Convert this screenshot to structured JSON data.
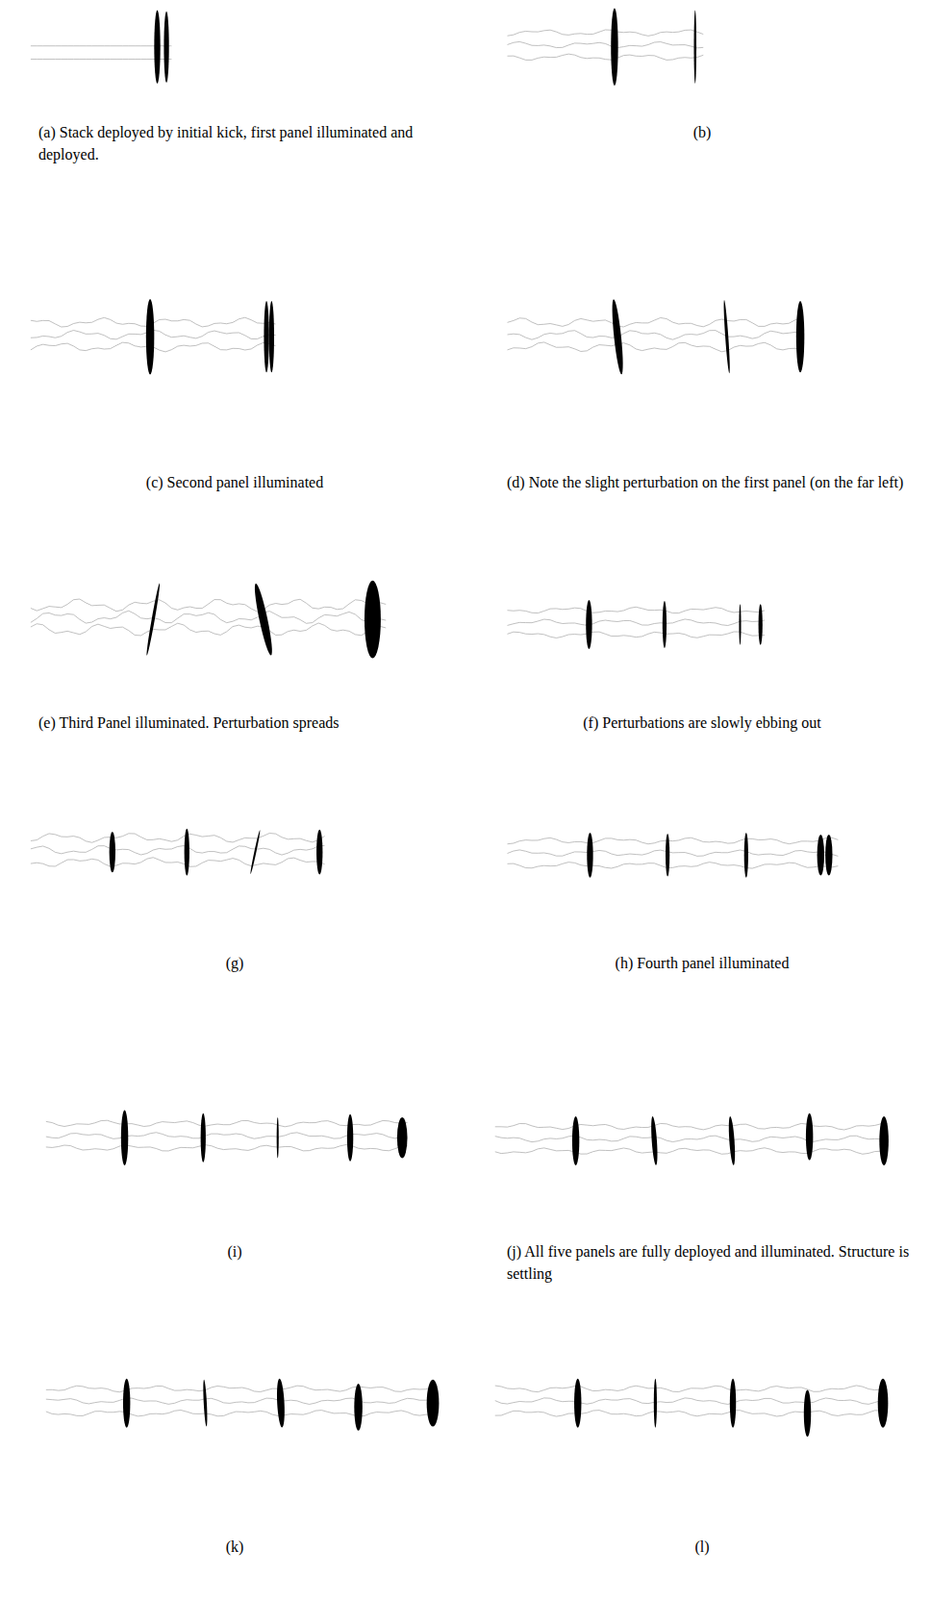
{
  "diagram": {
    "labels": [
      "(a) Stack deployed by initial kick, first panel illuminated and deployed.",
      "(b)",
      "(c) Second panel illuminated",
      "(d) Note the slight perturbation on the first panel (on the far left)",
      "(e) Third Panel illuminated. Perturbation spreads",
      "(f) Perturbations are slowly ebbing out",
      "(g)",
      "(h) Fourth panel illuminated",
      "(i)",
      "(j) All five panels are fully deployed and illuminated. Structure is settling",
      "(k)",
      "(l)"
    ]
  }
}
